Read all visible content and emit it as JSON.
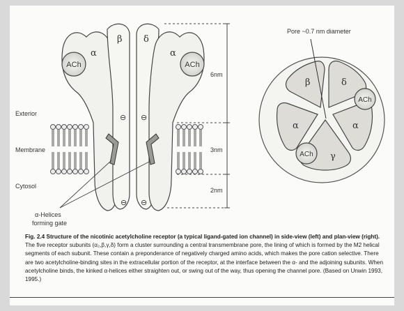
{
  "side_view": {
    "alpha_left": "α",
    "beta": "β",
    "delta": "δ",
    "alpha_right": "α",
    "ach_left": "ACh",
    "ach_right": "ACh",
    "minus_sign": "⊖",
    "dim_top": "6nm",
    "dim_middle": "3nm",
    "dim_bottom": "2nm",
    "label_exterior": "Exterior",
    "label_membrane": "Membrane",
    "label_cytosol": "Cytosol",
    "label_helices_line1": "α-Helices",
    "label_helices_line2": "forming gate"
  },
  "plan_view": {
    "pore_label": "Pore ~0.7 nm diameter",
    "beta": "β",
    "delta": "δ",
    "alpha_left": "α",
    "alpha_right": "α",
    "gamma": "γ",
    "ach_right": "ACh",
    "ach_bottom": "ACh"
  },
  "caption": {
    "bold": "Fig. 2.4   Structure of the nicotinic acetylcholine receptor (a typical ligand-gated ion channel) in side-view (left) and plan-view (right).",
    "body": " The five receptor subunits (α₂,β,γ,δ) form a cluster surrounding a central transmembrane pore, the lining of which is formed by the M2 helical segments of each subunit. These contain a preponderance of negatively charged amino acids, which makes the pore cation selective. There are two acetylcholine-binding sites in the extracellular portion of the receptor, at the interface between the α- and the adjoining subunits. When acetylcholine binds, the kinked α-helices either straighten out, or swing out of the way, thus opening the channel pore. (Based on Unwin 1993, 1995.)"
  }
}
